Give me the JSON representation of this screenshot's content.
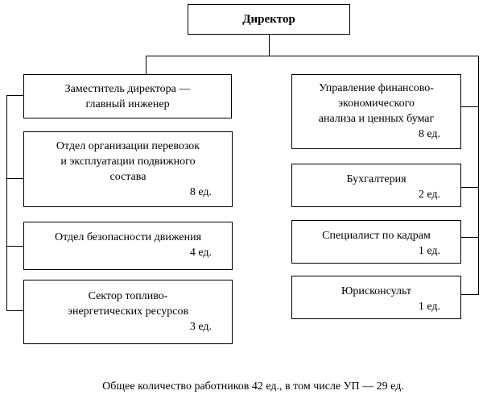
{
  "colors": {
    "background": "#ffffff",
    "line": "#000000",
    "text": "#000000",
    "box_fill": "#ffffff"
  },
  "org": {
    "director": {
      "label": "Директор"
    },
    "left_branch": [
      {
        "id": "deputy",
        "lines": [
          "Заместитель директора —",
          "главный инженер"
        ]
      },
      {
        "id": "transport",
        "lines": [
          "Отдел организации перевозок",
          "и эксплуатации подвижного",
          "состава"
        ],
        "count": "8 ед."
      },
      {
        "id": "safety",
        "lines": [
          "Отдел безопасности движения"
        ],
        "count": "4 ед."
      },
      {
        "id": "fuel",
        "lines": [
          "Сектор топливо-",
          "энергетических ресурсов"
        ],
        "count": "3 ед."
      }
    ],
    "right_branch": [
      {
        "id": "finance",
        "lines": [
          "Управление финансово-",
          "экономического",
          "анализа и ценных бумаг"
        ],
        "count": "8 ед."
      },
      {
        "id": "accounting",
        "lines": [
          "Бухгалтерия"
        ],
        "count": "2 ед."
      },
      {
        "id": "hr",
        "lines": [
          "Специалист по кадрам"
        ],
        "count": "1 ед."
      },
      {
        "id": "legal",
        "lines": [
          "Юрисконсульт"
        ],
        "count": "1 ед."
      }
    ]
  },
  "footer": {
    "text": "Общее количество работников 42 ед., в том числе УП — 29 ед."
  }
}
